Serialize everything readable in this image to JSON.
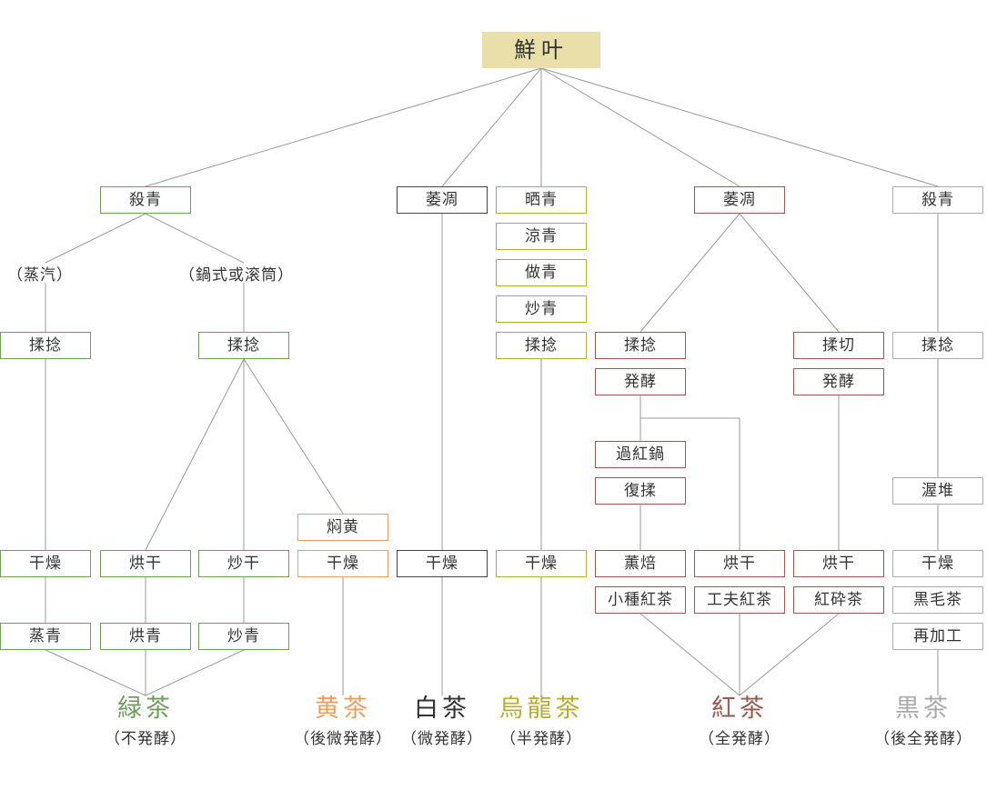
{
  "root": "鮮叶",
  "colors": {
    "green": "#6f9e5a",
    "orange": "#e9a063",
    "dark": "#333333",
    "olive": "#b7ad2e",
    "red": "#9a5a4e",
    "gray": "#aaaaaa",
    "root_bg": "#e8e0a8",
    "line": "#999999"
  },
  "green": {
    "step1": "殺青",
    "steam": "（蒸汽）",
    "wok": "（鍋式或滚筒）",
    "roll_a": "揉捻",
    "roll_b": "揉捻",
    "dry_a": "干燥",
    "dry_b": "烘干",
    "dry_c": "炒干",
    "prod_a": "蒸青",
    "prod_b": "烘青",
    "prod_c": "炒青",
    "name": "緑茶",
    "ferm": "（不発酵）"
  },
  "yellow": {
    "step1": "焖黄",
    "step2": "干燥",
    "name": "黄茶",
    "ferm": "（後微発酵）"
  },
  "white": {
    "step1": "萎凋",
    "step2": "干燥",
    "name": "白茶",
    "ferm": "（微発酵）"
  },
  "oolong": {
    "step1": "晒青",
    "step2": "涼青",
    "step3": "做青",
    "step4": "炒青",
    "step5": "揉捻",
    "step6": "干燥",
    "name": "烏龍茶",
    "ferm": "（半発酵）"
  },
  "red": {
    "step1": "萎凋",
    "left_roll": "揉捻",
    "left_ferm": "発酵",
    "left_wok": "過紅鍋",
    "left_reroll": "復揉",
    "left_smoke": "薫焙",
    "left_prod": "小種紅茶",
    "mid_dry": "烘干",
    "mid_prod": "工夫紅茶",
    "right_cut": "揉切",
    "right_ferm": "発酵",
    "right_dry": "烘干",
    "right_prod": "紅砕茶",
    "name": "紅茶",
    "ferm": "（全発酵）"
  },
  "black": {
    "step1": "殺青",
    "step2": "揉捻",
    "step3": "渥堆",
    "step4": "干燥",
    "step5": "黒毛茶",
    "step6": "再加工",
    "name": "黒茶",
    "ferm": "（後全発酵）"
  }
}
